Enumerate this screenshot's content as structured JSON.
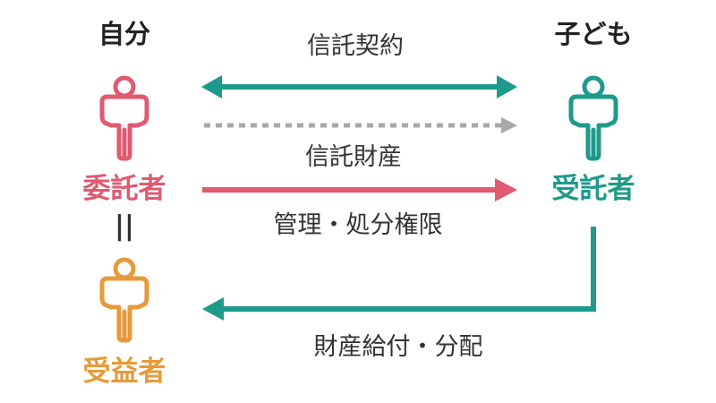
{
  "left_title": "自分",
  "right_title": "子ども",
  "trustor_label": "委託者",
  "equals_sign": "||",
  "beneficiary_label": "受益者",
  "trustee_label": "受託者",
  "trust_contract_label": "信託契約",
  "trust_property_label": "信託財産",
  "management_rights_label": "管理・処分権限",
  "property_distribution_label": "財産給付・分配",
  "icons": {
    "trustor": "person-icon",
    "beneficiary": "person-icon",
    "trustee": "person-icon"
  },
  "colors": {
    "trustor": "#e05a70",
    "beneficiary": "#e79a3a",
    "trustee": "#1e9a8a",
    "dotted_arrow": "#a8a8a8",
    "text": "#222222"
  }
}
